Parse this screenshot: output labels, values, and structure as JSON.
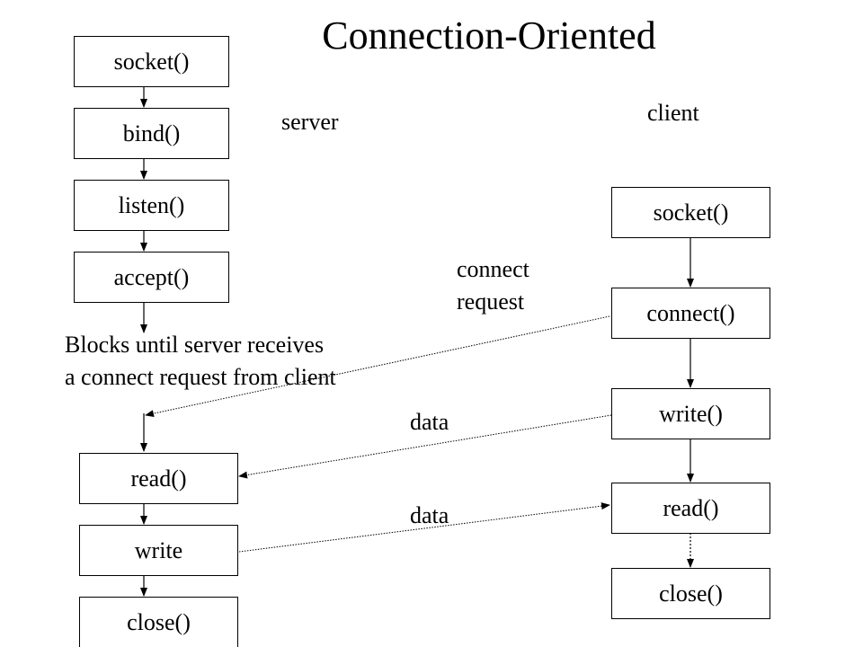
{
  "title": "Connection-Oriented",
  "labels": {
    "server": "server",
    "client": "client",
    "connect_request_line1": "connect",
    "connect_request_line2": "request",
    "blocks_line1": "Blocks until server receives",
    "blocks_line2": "a connect request from client",
    "data_1": "data",
    "data_2": "data"
  },
  "server_calls": [
    "socket()",
    "bind()",
    "listen()",
    "accept()",
    "read()",
    "write",
    "close()"
  ],
  "client_calls": [
    "socket()",
    "connect()",
    "write()",
    "read()",
    "close()"
  ]
}
